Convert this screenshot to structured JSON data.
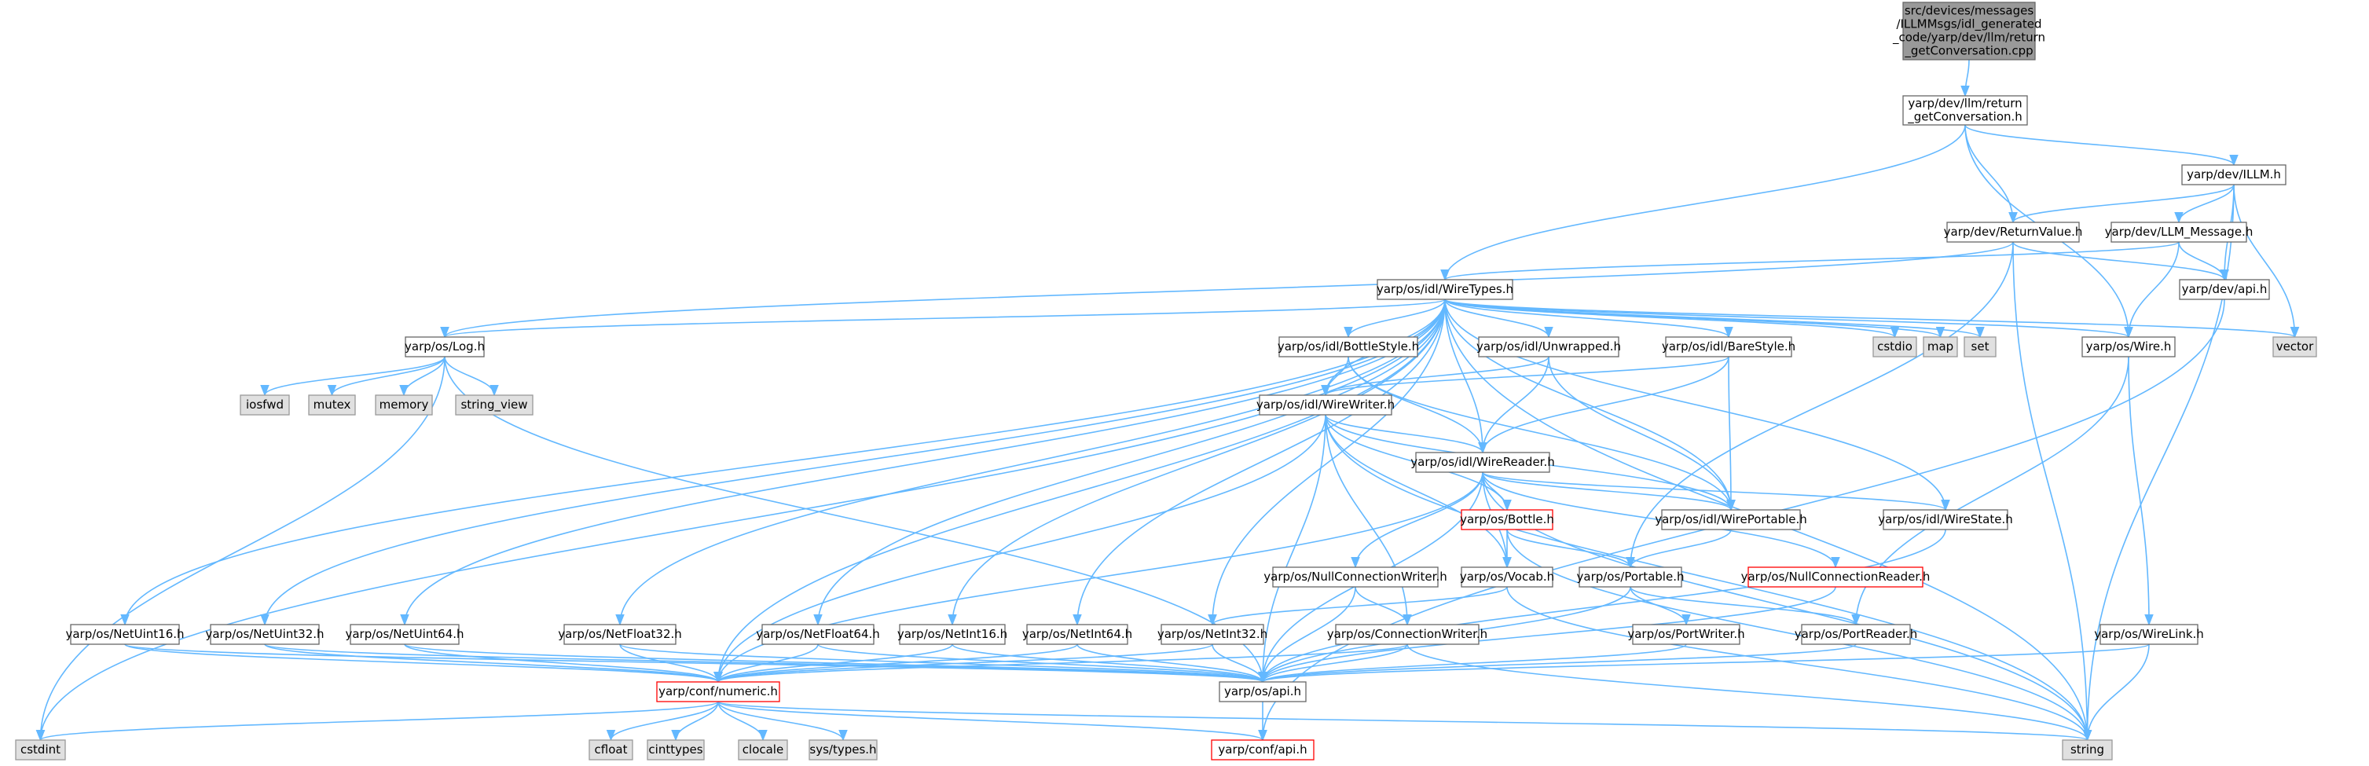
{
  "diagram": {
    "type": "include-dependency-graph",
    "colors": {
      "edge": "#63b8ff",
      "box_fill": "#ffffff",
      "box_stroke": "#666666",
      "root_fill": "#999999",
      "root_stroke": "#666666",
      "system_fill": "#e0e0e0",
      "system_stroke": "#999999",
      "incomplete_stroke": "#ff0000"
    },
    "nodes": [
      {
        "id": "root",
        "kind": "root",
        "lines": [
          "src/devices/messages",
          "/ILLMMsgs/idl_generated",
          "_code/yarp/dev/llm/return",
          "_getConversation.cpp"
        ]
      },
      {
        "id": "retconv_h",
        "kind": "normal",
        "lines": [
          "yarp/dev/llm/return",
          "_getConversation.h"
        ]
      },
      {
        "id": "illm",
        "kind": "normal",
        "lines": [
          "yarp/dev/ILLM.h"
        ]
      },
      {
        "id": "retval",
        "kind": "normal",
        "lines": [
          "yarp/dev/ReturnValue.h"
        ]
      },
      {
        "id": "llmmsg",
        "kind": "normal",
        "lines": [
          "yarp/dev/LLM_Message.h"
        ]
      },
      {
        "id": "devapi",
        "kind": "normal",
        "lines": [
          "yarp/dev/api.h"
        ]
      },
      {
        "id": "wiretypes",
        "kind": "normal",
        "lines": [
          "yarp/os/idl/WireTypes.h"
        ]
      },
      {
        "id": "vector",
        "kind": "system",
        "lines": [
          "vector"
        ]
      },
      {
        "id": "oswire",
        "kind": "normal",
        "lines": [
          "yarp/os/Wire.h"
        ]
      },
      {
        "id": "log",
        "kind": "normal",
        "lines": [
          "yarp/os/Log.h"
        ]
      },
      {
        "id": "bottlestyle",
        "kind": "normal",
        "lines": [
          "yarp/os/idl/BottleStyle.h"
        ]
      },
      {
        "id": "unwrapped",
        "kind": "normal",
        "lines": [
          "yarp/os/idl/Unwrapped.h"
        ]
      },
      {
        "id": "barestyle",
        "kind": "normal",
        "lines": [
          "yarp/os/idl/BareStyle.h"
        ]
      },
      {
        "id": "cstdio",
        "kind": "system",
        "lines": [
          "cstdio"
        ]
      },
      {
        "id": "map",
        "kind": "system",
        "lines": [
          "map"
        ]
      },
      {
        "id": "set",
        "kind": "system",
        "lines": [
          "set"
        ]
      },
      {
        "id": "iosfwd",
        "kind": "system",
        "lines": [
          "iosfwd"
        ]
      },
      {
        "id": "mutex",
        "kind": "system",
        "lines": [
          "mutex"
        ]
      },
      {
        "id": "memory",
        "kind": "system",
        "lines": [
          "memory"
        ]
      },
      {
        "id": "string_view",
        "kind": "system",
        "lines": [
          "string_view"
        ]
      },
      {
        "id": "wirewriter",
        "kind": "normal",
        "lines": [
          "yarp/os/idl/WireWriter.h"
        ]
      },
      {
        "id": "wirereader",
        "kind": "normal",
        "lines": [
          "yarp/os/idl/WireReader.h"
        ]
      },
      {
        "id": "bottle",
        "kind": "incomplete",
        "lines": [
          "yarp/os/Bottle.h"
        ]
      },
      {
        "id": "wireportable",
        "kind": "normal",
        "lines": [
          "yarp/os/idl/WirePortable.h"
        ]
      },
      {
        "id": "wirestate",
        "kind": "normal",
        "lines": [
          "yarp/os/idl/WireState.h"
        ]
      },
      {
        "id": "nullconnwriter",
        "kind": "normal",
        "lines": [
          "yarp/os/NullConnectionWriter.h"
        ]
      },
      {
        "id": "vocab",
        "kind": "normal",
        "lines": [
          "yarp/os/Vocab.h"
        ]
      },
      {
        "id": "portable",
        "kind": "normal",
        "lines": [
          "yarp/os/Portable.h"
        ]
      },
      {
        "id": "nullconnreader",
        "kind": "incomplete",
        "lines": [
          "yarp/os/NullConnectionReader.h"
        ]
      },
      {
        "id": "wirelink",
        "kind": "normal",
        "lines": [
          "yarp/os/WireLink.h"
        ]
      },
      {
        "id": "netuint16",
        "kind": "normal",
        "lines": [
          "yarp/os/NetUint16.h"
        ]
      },
      {
        "id": "netuint32",
        "kind": "normal",
        "lines": [
          "yarp/os/NetUint32.h"
        ]
      },
      {
        "id": "netuint64",
        "kind": "normal",
        "lines": [
          "yarp/os/NetUint64.h"
        ]
      },
      {
        "id": "netfloat32",
        "kind": "normal",
        "lines": [
          "yarp/os/NetFloat32.h"
        ]
      },
      {
        "id": "netfloat64",
        "kind": "normal",
        "lines": [
          "yarp/os/NetFloat64.h"
        ]
      },
      {
        "id": "netint16",
        "kind": "normal",
        "lines": [
          "yarp/os/NetInt16.h"
        ]
      },
      {
        "id": "netint64",
        "kind": "normal",
        "lines": [
          "yarp/os/NetInt64.h"
        ]
      },
      {
        "id": "netint32",
        "kind": "normal",
        "lines": [
          "yarp/os/NetInt32.h"
        ]
      },
      {
        "id": "connwriter",
        "kind": "normal",
        "lines": [
          "yarp/os/ConnectionWriter.h"
        ]
      },
      {
        "id": "portwriter",
        "kind": "normal",
        "lines": [
          "yarp/os/PortWriter.h"
        ]
      },
      {
        "id": "portreader",
        "kind": "normal",
        "lines": [
          "yarp/os/PortReader.h"
        ]
      },
      {
        "id": "numeric",
        "kind": "incomplete",
        "lines": [
          "yarp/conf/numeric.h"
        ]
      },
      {
        "id": "osapi",
        "kind": "normal",
        "lines": [
          "yarp/os/api.h"
        ]
      },
      {
        "id": "cstdint",
        "kind": "system",
        "lines": [
          "cstdint"
        ]
      },
      {
        "id": "cfloat",
        "kind": "system",
        "lines": [
          "cfloat"
        ]
      },
      {
        "id": "cinttypes",
        "kind": "system",
        "lines": [
          "cinttypes"
        ]
      },
      {
        "id": "clocale",
        "kind": "system",
        "lines": [
          "clocale"
        ]
      },
      {
        "id": "systypes",
        "kind": "system",
        "lines": [
          "sys/types.h"
        ]
      },
      {
        "id": "confapi",
        "kind": "incomplete",
        "lines": [
          "yarp/conf/api.h"
        ]
      },
      {
        "id": "string",
        "kind": "system",
        "lines": [
          "string"
        ]
      }
    ],
    "edges": [
      [
        "root",
        "retconv_h"
      ],
      [
        "retconv_h",
        "illm"
      ],
      [
        "retconv_h",
        "retval"
      ],
      [
        "retconv_h",
        "wiretypes"
      ],
      [
        "retconv_h",
        "oswire"
      ],
      [
        "illm",
        "retval"
      ],
      [
        "illm",
        "llmmsg"
      ],
      [
        "illm",
        "devapi"
      ],
      [
        "illm",
        "vector"
      ],
      [
        "illm",
        "string"
      ],
      [
        "llmmsg",
        "wiretypes"
      ],
      [
        "llmmsg",
        "oswire"
      ],
      [
        "llmmsg",
        "devapi"
      ],
      [
        "retval",
        "devapi"
      ],
      [
        "retval",
        "log"
      ],
      [
        "retval",
        "portable"
      ],
      [
        "retval",
        "string"
      ],
      [
        "devapi",
        "confapi"
      ],
      [
        "wiretypes",
        "log"
      ],
      [
        "wiretypes",
        "bottlestyle"
      ],
      [
        "wiretypes",
        "unwrapped"
      ],
      [
        "wiretypes",
        "barestyle"
      ],
      [
        "wiretypes",
        "wirewriter"
      ],
      [
        "wiretypes",
        "wirereader"
      ],
      [
        "wiretypes",
        "wireportable"
      ],
      [
        "wiretypes",
        "wirestate"
      ],
      [
        "wiretypes",
        "cstdio"
      ],
      [
        "wiretypes",
        "map"
      ],
      [
        "wiretypes",
        "set"
      ],
      [
        "wiretypes",
        "vector"
      ],
      [
        "wiretypes",
        "oswire"
      ],
      [
        "wiretypes",
        "cstdint"
      ],
      [
        "wiretypes",
        "string"
      ],
      [
        "wiretypes",
        "netuint16"
      ],
      [
        "wiretypes",
        "netuint32"
      ],
      [
        "wiretypes",
        "netuint64"
      ],
      [
        "wiretypes",
        "netfloat32"
      ],
      [
        "wiretypes",
        "netfloat64"
      ],
      [
        "wiretypes",
        "netint16"
      ],
      [
        "wiretypes",
        "netint64"
      ],
      [
        "wiretypes",
        "netint32"
      ],
      [
        "wiretypes",
        "numeric"
      ],
      [
        "log",
        "iosfwd"
      ],
      [
        "log",
        "mutex"
      ],
      [
        "log",
        "memory"
      ],
      [
        "log",
        "string_view"
      ],
      [
        "log",
        "cstdint"
      ],
      [
        "log",
        "osapi"
      ],
      [
        "bottlestyle",
        "wirewriter"
      ],
      [
        "bottlestyle",
        "wirereader"
      ],
      [
        "bottlestyle",
        "wireportable"
      ],
      [
        "unwrapped",
        "wirewriter"
      ],
      [
        "unwrapped",
        "wirereader"
      ],
      [
        "unwrapped",
        "wireportable"
      ],
      [
        "barestyle",
        "wirewriter"
      ],
      [
        "barestyle",
        "wirereader"
      ],
      [
        "barestyle",
        "wireportable"
      ],
      [
        "wirewriter",
        "wirereader"
      ],
      [
        "wirewriter",
        "bottle"
      ],
      [
        "wirewriter",
        "wireportable"
      ],
      [
        "wirewriter",
        "vocab"
      ],
      [
        "wirewriter",
        "connwriter"
      ],
      [
        "wirewriter",
        "numeric"
      ],
      [
        "wirewriter",
        "osapi"
      ],
      [
        "wirewriter",
        "string"
      ],
      [
        "wirereader",
        "bottle"
      ],
      [
        "wirereader",
        "wireportable"
      ],
      [
        "wirereader",
        "wirestate"
      ],
      [
        "wirereader",
        "nullconnwriter"
      ],
      [
        "wirereader",
        "vocab"
      ],
      [
        "wirereader",
        "nullconnreader"
      ],
      [
        "wirereader",
        "numeric"
      ],
      [
        "wirereader",
        "osapi"
      ],
      [
        "wirereader",
        "string"
      ],
      [
        "bottle",
        "vocab"
      ],
      [
        "bottle",
        "portable"
      ],
      [
        "bottle",
        "string"
      ],
      [
        "wireportable",
        "portable"
      ],
      [
        "wirestate",
        "osapi"
      ],
      [
        "nullconnwriter",
        "connwriter"
      ],
      [
        "nullconnwriter",
        "osapi"
      ],
      [
        "vocab",
        "netint32"
      ],
      [
        "vocab",
        "string"
      ],
      [
        "portable",
        "portwriter"
      ],
      [
        "portable",
        "portreader"
      ],
      [
        "portable",
        "osapi"
      ],
      [
        "nullconnreader",
        "osapi"
      ],
      [
        "oswire",
        "wirelink"
      ],
      [
        "oswire",
        "portreader"
      ],
      [
        "wirelink",
        "osapi"
      ],
      [
        "wirelink",
        "string"
      ],
      [
        "portwriter",
        "osapi"
      ],
      [
        "portreader",
        "osapi"
      ],
      [
        "connwriter",
        "numeric"
      ],
      [
        "connwriter",
        "osapi"
      ],
      [
        "connwriter",
        "string"
      ],
      [
        "netuint16",
        "numeric"
      ],
      [
        "netuint16",
        "osapi"
      ],
      [
        "netuint32",
        "numeric"
      ],
      [
        "netuint32",
        "osapi"
      ],
      [
        "netuint64",
        "numeric"
      ],
      [
        "netuint64",
        "osapi"
      ],
      [
        "netfloat32",
        "numeric"
      ],
      [
        "netfloat32",
        "osapi"
      ],
      [
        "netfloat64",
        "numeric"
      ],
      [
        "netfloat64",
        "osapi"
      ],
      [
        "netint16",
        "numeric"
      ],
      [
        "netint16",
        "osapi"
      ],
      [
        "netint64",
        "numeric"
      ],
      [
        "netint64",
        "osapi"
      ],
      [
        "netint32",
        "numeric"
      ],
      [
        "netint32",
        "osapi"
      ],
      [
        "numeric",
        "cstdint"
      ],
      [
        "numeric",
        "cfloat"
      ],
      [
        "numeric",
        "cinttypes"
      ],
      [
        "numeric",
        "clocale"
      ],
      [
        "numeric",
        "systypes"
      ],
      [
        "numeric",
        "confapi"
      ],
      [
        "numeric",
        "string"
      ],
      [
        "osapi",
        "confapi"
      ]
    ]
  }
}
